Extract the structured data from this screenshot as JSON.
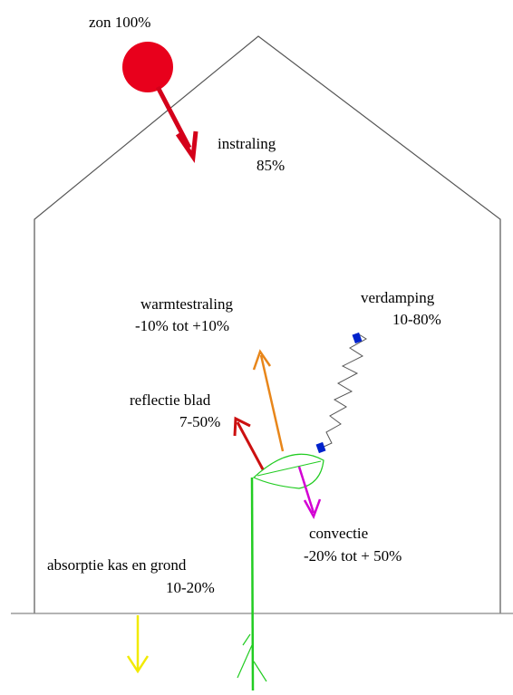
{
  "colors": {
    "outline": "#555555",
    "ground": "#888888",
    "sun": "#e8001c",
    "incoming_arrow": "#d4001a",
    "thermal_arrow": "#e8861a",
    "reflection_arrow": "#cc1010",
    "convection_arrow": "#d300d3",
    "absorption_arrow": "#f2ea00",
    "plant": "#22cc22",
    "evaporation_line": "#555555",
    "evaporation_markers": "#0022cc"
  },
  "labels": {
    "sun": "zon 100%",
    "incoming": {
      "line1": "instraling",
      "line2": "85%"
    },
    "thermal": {
      "line1": "warmtestraling",
      "line2": "-10% tot +10%"
    },
    "evaporation": {
      "line1": "verdamping",
      "line2": "10-80%"
    },
    "reflection": {
      "line1": "reflectie blad",
      "line2": "7-50%"
    },
    "convection": {
      "line1": "convectie",
      "line2": "-20% tot + 50%"
    },
    "absorption": {
      "line1": "absorptie kas en grond",
      "line2": "10-20%"
    }
  }
}
